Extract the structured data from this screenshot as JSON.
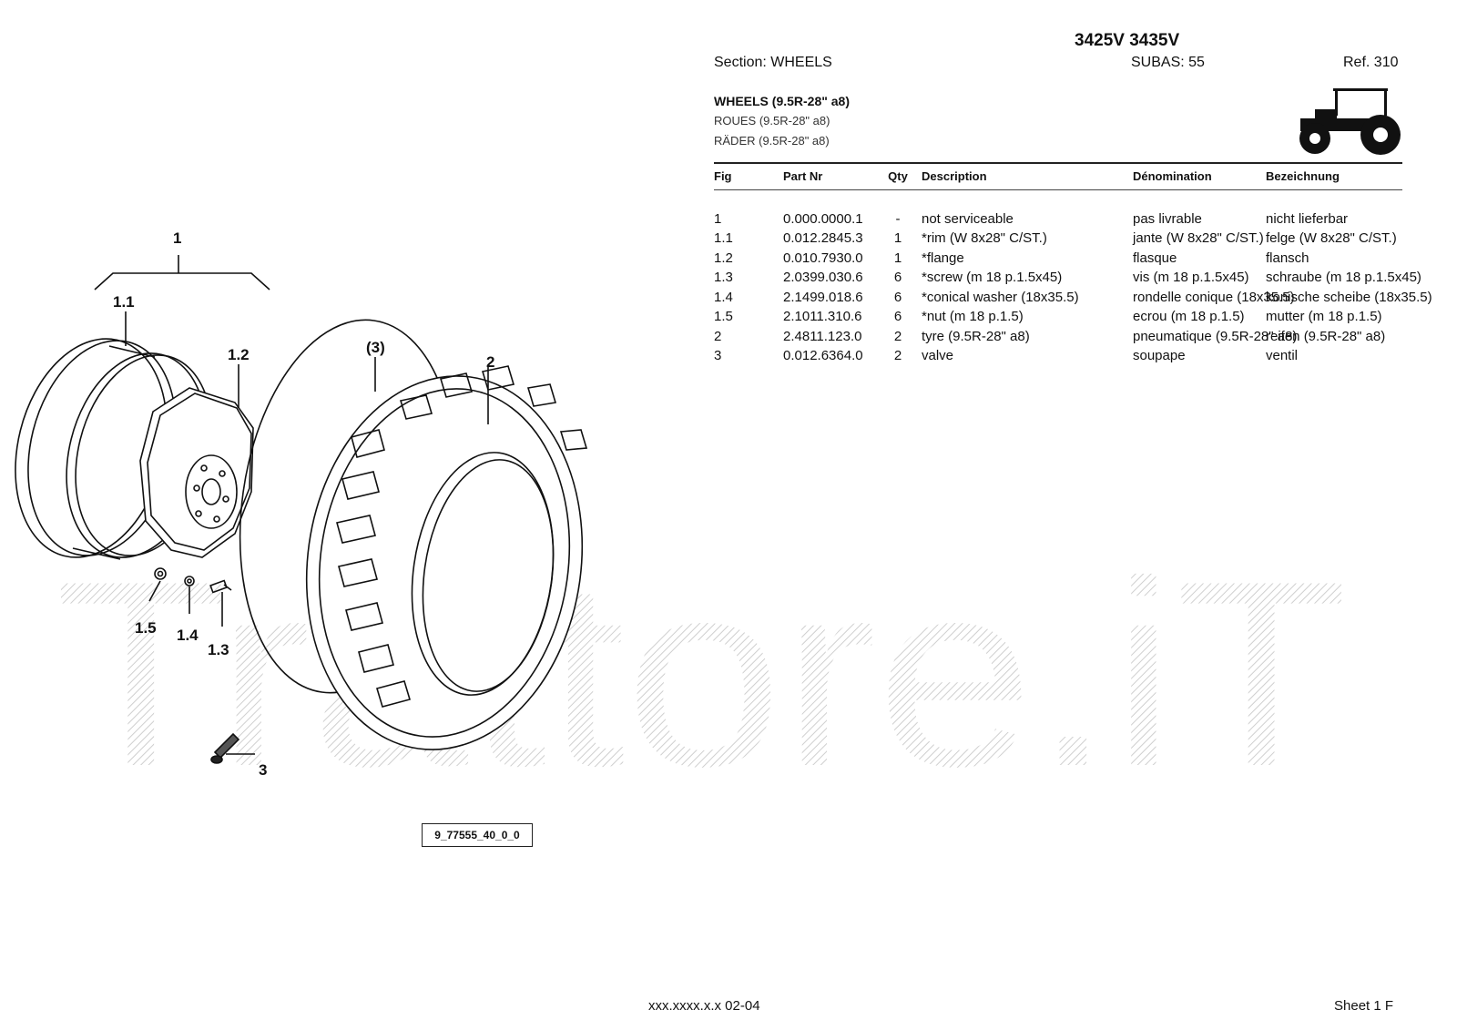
{
  "header": {
    "model": "3425V 3435V",
    "section": "Section: WHEELS",
    "subas": "SUBAS: 55",
    "ref": "Ref. 310"
  },
  "titles": {
    "en": "WHEELS (9.5R-28\" a8)",
    "fr": "ROUES (9.5R-28\" a8)",
    "de": "RÄDER (9.5R-28\" a8)"
  },
  "table": {
    "columns": [
      "Fig",
      "Part Nr",
      "Qty",
      "Description",
      "Dénomination",
      "Bezeichnung"
    ],
    "rows": [
      [
        "1",
        "0.000.0000.1",
        "-",
        "not serviceable",
        "pas livrable",
        "nicht lieferbar"
      ],
      [
        "1.1",
        "0.012.2845.3",
        "1",
        "*rim (W 8x28\" C/ST.)",
        "jante (W 8x28\" C/ST.)",
        "felge (W 8x28\" C/ST.)"
      ],
      [
        "1.2",
        "0.010.7930.0",
        "1",
        "*flange",
        "flasque",
        "flansch"
      ],
      [
        "1.3",
        "2.0399.030.6",
        "6",
        "*screw (m 18 p.1.5x45)",
        "vis (m 18 p.1.5x45)",
        "schraube (m 18 p.1.5x45)"
      ],
      [
        "1.4",
        "2.1499.018.6",
        "6",
        "*conical washer (18x35.5)",
        "rondelle conique (18x35.5)",
        "konische scheibe (18x35.5)"
      ],
      [
        "1.5",
        "2.1011.310.6",
        "6",
        "*nut (m 18 p.1.5)",
        "ecrou (m 18 p.1.5)",
        "mutter (m 18 p.1.5)"
      ],
      [
        "2",
        "2.4811.123.0",
        "2",
        "tyre (9.5R-28\" a8)",
        "pneumatique (9.5R-28\" a8)",
        "reifen (9.5R-28\" a8)"
      ],
      [
        "3",
        "0.012.6364.0",
        "2",
        "valve",
        "soupape",
        "ventil"
      ]
    ]
  },
  "diagram": {
    "callouts": {
      "c1": "1",
      "c11": "1.1",
      "c12": "1.2",
      "c3p": "(3)",
      "c2": "2",
      "c15": "1.5",
      "c14": "1.4",
      "c13": "1.3",
      "c3": "3"
    },
    "drawing_ref": "9_77555_40_0_0"
  },
  "watermark": "Trattore.iT",
  "footer": {
    "code": "xxx.xxxx.x.x  02-04",
    "sheet": "Sheet 1 F"
  }
}
